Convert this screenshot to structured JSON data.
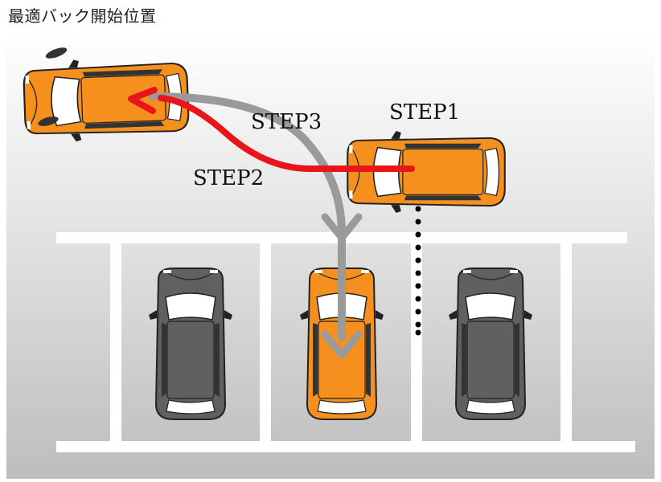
{
  "title": "最適バック開始位置",
  "steps": {
    "step1": "STEP1",
    "step2": "STEP2",
    "step3": "STEP3"
  },
  "colors": {
    "orange_car": "#f5901e",
    "gray_car": "#606060",
    "red_path": "#e8161b",
    "gray_path": "#9a9a9a",
    "ground_top": "#ffffff",
    "ground_bottom": "#bebebe",
    "line": "#ffffff"
  }
}
